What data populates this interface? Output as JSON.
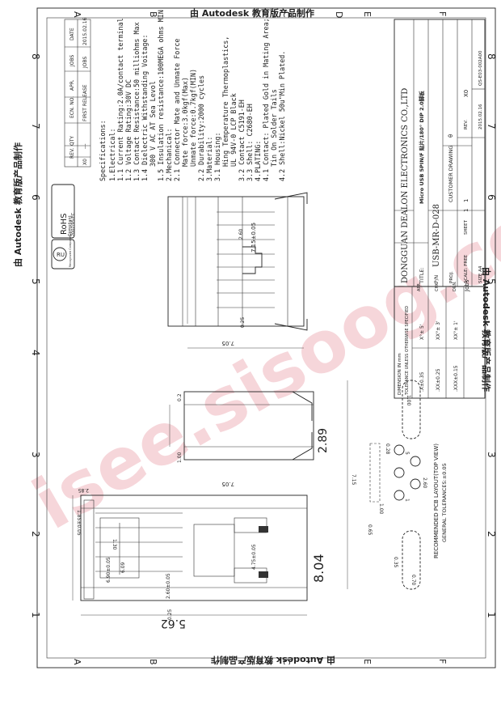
{
  "banner": "由 Autodesk 教育版产品制作",
  "watermark": "isee.sisoog.com",
  "grid": {
    "cols": [
      "8",
      "7",
      "6",
      "5",
      "4",
      "3",
      "2",
      "1"
    ],
    "rows": [
      "A",
      "B",
      "C",
      "D",
      "E",
      "F"
    ]
  },
  "revision": {
    "headers": [
      "REV.",
      "QTY",
      "ECN. NO.",
      "APR.",
      "JOBS",
      "DATE"
    ],
    "row": [
      "X0",
      "---",
      "FIRST RELEASE",
      "",
      "JOBS",
      "2015.02.16"
    ]
  },
  "rohs": {
    "title": "RoHS",
    "line1": "Compliant",
    "line2": "2002/95/EC"
  },
  "ul": {
    "mark": "RU",
    "caption": "Recognized Component"
  },
  "specs": [
    "Specifications:",
    "1.Electrical:",
    "1.1 Current Rating:2.0A/contact terminal",
    "1.2 Voltage Rating:30V DC",
    "1.3 Contact Resistance:50 milliohms Max",
    "1.4 Dielectric Withstanding Voitage:",
    "300 V AC AT Sea Levol",
    "1.5 Insulation resistance:100MEGA ohms MIN",
    "2.Mechanical:",
    "2.1 Connector Mate and Unmate Force",
    "Mate force:3.0kgf(Max)",
    "Unmate force:0.7kgf(MIN)",
    "2.2 Durability:2000 cycles",
    "3.Material:",
    "3.1 Housing:",
    "Hing Temperature  Thermoplastics,",
    "UL 94V-0 LCP Black",
    "3.2 Contact C5191-EH",
    "3.3 Shell: C2680-EH",
    "4.PLATING:",
    "4.1 Contact: Plated Gold in Mating Area;",
    "Tin On Solder Tails",
    "4.2 Shell:Nickel 50u\"Min  Plated."
  ],
  "title_block": {
    "company": "DONGGUAN DEALON ELECTRONICS CO.,LTD",
    "units": "DIMENSION IN mm",
    "tol_header": "TOLERANCE UNLESS OTHERWISE SPECIFIED",
    "tolerances": [
      ".X±0.35",
      ".XX±0.25",
      ".XXX±0.15"
    ],
    "angles": [
      "X°± 5'",
      "XX°± 3'",
      "XX°± 1'"
    ],
    "title_label": "TITLE:",
    "title": "Micro USB 5PIN/F 贴片/180° DIP 2.0脚板",
    "pn_label": "P/N",
    "pn": "USB-MR-D-028",
    "apr": "APR.",
    "chk": "CHK.",
    "drn": "DRN.",
    "drn_name": "Jobs",
    "drn_date": "2015.02.16",
    "proj": "PROJ.",
    "scale": "SCALE: FREE",
    "sheet": "SHEET",
    "size": "SIZE A4",
    "customer": "CUSTOMER DRAWING",
    "rev_label": "REV.",
    "rev": "X0",
    "doc_no": "QS-E03-002A00",
    "sheet_no": "1",
    "sheet_total": "1",
    "theta": "θ"
  },
  "dims": {
    "d1": "7.15±0.05",
    "d2": "2.60",
    "d3": "0.25",
    "d4": "7.05",
    "d5": "2.89",
    "d6": "0.2",
    "d7": "1.00",
    "d8": "7.05",
    "d9": "2.85",
    "d10": "1.85±0.05",
    "d11": "1.30",
    "d12": "6.90±0.05",
    "d13": "6.09",
    "d14": "2.60±0.05",
    "d15": "0.25",
    "d16": "4.75±0.05",
    "d17": "8.04",
    "d18": "5.62",
    "p1": "1.00",
    "p2": "0.28",
    "p3": "7.15",
    "p4": "2.60",
    "p5": "1.00",
    "p6": "0.65",
    "p7": "0.35",
    "p8": "0.70",
    "pin1": "1",
    "pin5": "5"
  },
  "pcb_note": "RECOMMENDED PCB LAYOUT(TOP VIEW)",
  "tol_note": "GENERAL TOLERANCES:±0.05"
}
